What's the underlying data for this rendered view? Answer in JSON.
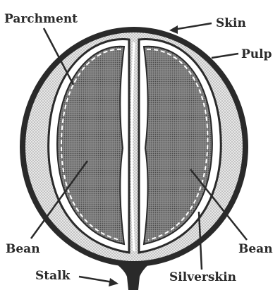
{
  "diagram": {
    "labels": {
      "parchment": "Parchment",
      "skin": "Skin",
      "pulp": "Pulp",
      "bean_left": "Bean",
      "bean_right": "Bean",
      "stalk": "Stalk",
      "silverskin": "Silverskin"
    },
    "colors": {
      "ink": "#2a2a2a",
      "pulp_fill": "#d6d6d6",
      "bean_fill": "#7a7a7a",
      "background": "#ffffff"
    }
  }
}
